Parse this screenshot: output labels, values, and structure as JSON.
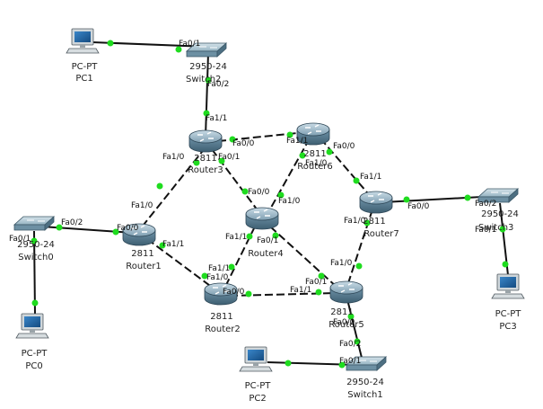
{
  "devices": {
    "pc1": {
      "type": "PC-PT",
      "name": "PC1"
    },
    "pc0": {
      "type": "PC-PT",
      "name": "PC0"
    },
    "pc2": {
      "type": "PC-PT",
      "name": "PC2"
    },
    "pc3": {
      "type": "PC-PT",
      "name": "PC3"
    },
    "switch0": {
      "type": "2950-24",
      "name": "Switch0"
    },
    "switch1": {
      "type": "2950-24",
      "name": "Switch1"
    },
    "switch2": {
      "type": "2950-24",
      "name": "Switch2"
    },
    "switch3": {
      "type": "2950-24",
      "name": "Switch3"
    },
    "router1": {
      "type": "2811",
      "name": "Router1"
    },
    "router2": {
      "type": "2811",
      "name": "Router2"
    },
    "router3": {
      "type": "2811",
      "name": "Router3"
    },
    "router4": {
      "type": "2811",
      "name": "Router4"
    },
    "router5": {
      "type": "2811",
      "name": "Router5"
    },
    "router6": {
      "type": "2811",
      "name": "Router6"
    },
    "router7": {
      "type": "2811",
      "name": "Router7"
    }
  },
  "ports": {
    "sw2_fa01": "Fa0/1",
    "sw2_fa02": "Fa0/2",
    "r3_fa11": "Fa1/1",
    "r3_fa00": "Fa0/0",
    "r3_fa10": "Fa1/0",
    "r3_fa01": "Fa0/1",
    "r6_fa11": "Fa1/1",
    "r6_fa00": "Fa0/0",
    "r6_fa10": "Fa1/0",
    "r7_fa11": "Fa1/1",
    "r7_fa00": "Fa0/0",
    "r7_fa10": "Fa1/0",
    "sw3_fa02": "Fa0/2",
    "sw3_fa01": "Fa0/1",
    "r4_fa00": "Fa0/0",
    "r4_fa10": "Fa1/0",
    "r4_fa11": "Fa1/1",
    "r4_fa01": "Fa0/1",
    "r1_fa10": "Fa1/0",
    "r1_fa00": "Fa0/0",
    "r1_fa11": "Fa1/1",
    "sw0_fa02": "Fa0/2",
    "sw0_fa01": "Fa0/1",
    "r2_fa11": "Fa1/1",
    "r2_fa10": "Fa1/0",
    "r2_fa00": "Fa0/0",
    "r5_fa10": "Fa1/0",
    "r5_fa01": "Fa0/1",
    "r5_fa11": "Fa1/1",
    "r5_fa00": "Fa0/0",
    "sw1_fa02": "Fa0/2",
    "sw1_fa01": "Fa0/1"
  },
  "colors": {
    "link_dot": "#1fdc1f",
    "router_body": "#6f93a8",
    "switch_body": "#7ea3b5",
    "pc_screen": "#1f63a8"
  }
}
